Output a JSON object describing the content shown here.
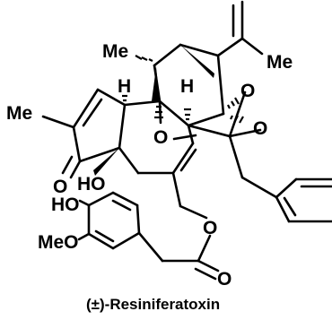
{
  "compound": {
    "name": "(±)-Resiniferatoxin"
  },
  "atom_labels": {
    "me_top": "Me",
    "me_isopropenyl": "Me",
    "me_ring": "Me",
    "h_left": "H",
    "h_center": "H",
    "o_ortho_top": "O",
    "o_ortho_right": "O",
    "o_bridge": "O",
    "o_ketone": "O",
    "ho_ring": "HO",
    "ho_aryl": "HO",
    "meo_aryl": "MeO",
    "o_ester": "O",
    "o_carbonyl": "O"
  },
  "colors": {
    "ink": "#000000",
    "background": "#ffffff"
  }
}
